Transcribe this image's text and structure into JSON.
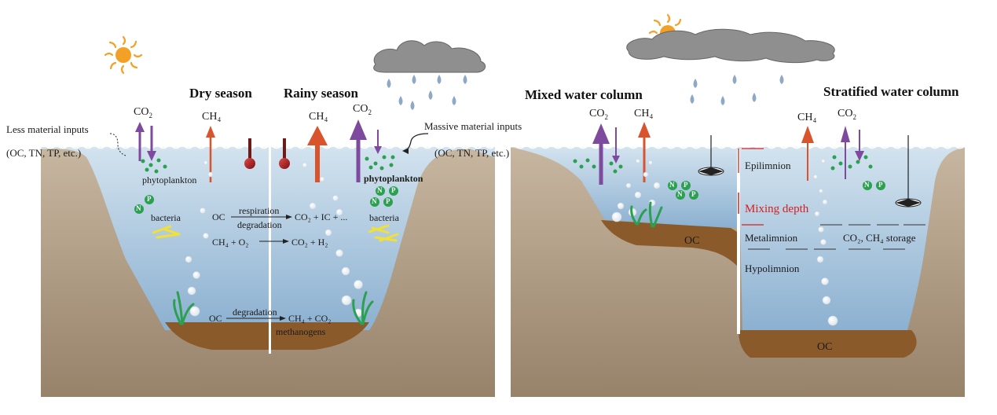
{
  "left_panel": {
    "dry_title": "Dry season",
    "rainy_title": "Rainy season",
    "less_inputs_line1": "Less material inputs",
    "less_inputs_line2": "(OC, TN, TP, etc.)",
    "massive_inputs_line1": "Massive material inputs",
    "massive_inputs_line2": "(OC, TN, TP, etc.)",
    "co2_left": "CO",
    "co2_left_sub": "2",
    "ch4_left": "CH₄",
    "ch4_right": "CH₄",
    "co2_right": "CO",
    "co2_right_sub": "2",
    "phyto_left": "phytoplankton",
    "phyto_right": "phytoplankton",
    "bacteria_left": "bacteria",
    "bacteria_right": "bacteria",
    "reaction1_left": "OC",
    "reaction1_top": "respiration",
    "reaction1_bottom": "degradation",
    "reaction1_right": "CO₂ + IC + ...",
    "reaction2_left": "CH₄ + O₂",
    "reaction2_right": "CO₂ + H₂",
    "reaction3_left": "OC",
    "reaction3_top": "degradation",
    "reaction3_right": "CH₄ + CO₂",
    "methanogens": "methanogens",
    "n_letter": "N",
    "p_letter": "P"
  },
  "right_panel": {
    "mixed_title": "Mixed water column",
    "stratified_title": "Stratified water column",
    "co2_a": "CO",
    "co2_a_sub": "2",
    "ch4_a": "CH₄",
    "ch4_b": "CH₄",
    "co2_b": "CO",
    "co2_b_sub": "2",
    "epilimnion": "Epilimnion",
    "mixing_depth": "Mixing depth",
    "metalimnion": "Metalimnion",
    "storage": "CO₂, CH₄ storage",
    "hypolimnion": "Hypolimnion",
    "oc_left": "OC",
    "oc_bottom": "OC"
  },
  "colors": {
    "water_top": "#c9dbe9",
    "water_bottom": "#8fb3d2",
    "soil": "#b09a80",
    "sediment": "#8a5a2b",
    "co2_arrow": "#7e4a9e",
    "ch4_arrow": "#d9532c",
    "algae": "#2aa050",
    "mixing_depth": "#d42020"
  }
}
